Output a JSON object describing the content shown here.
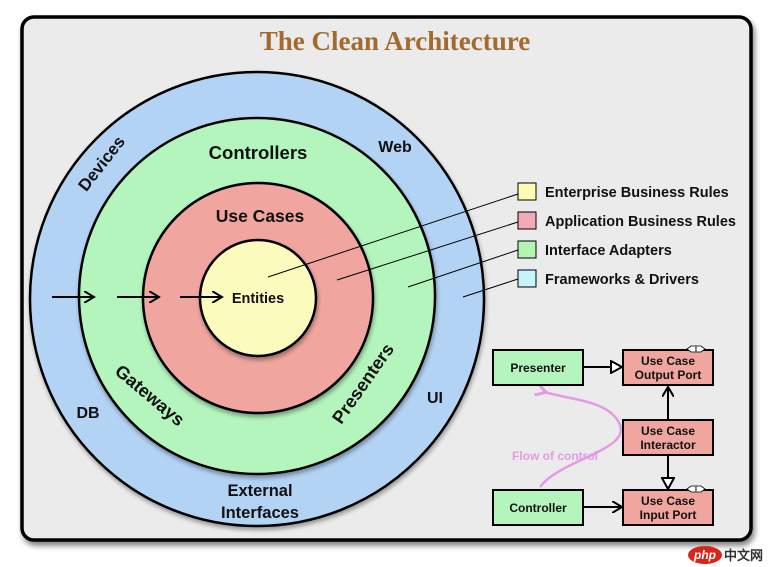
{
  "title": "The Clean Architecture",
  "colors": {
    "title": "#a26a2e",
    "frame_bg": "#ebebeb",
    "frameworks_drivers": "#b3d3f5",
    "interface_adapters": "#b4f5bd",
    "application_business_rules": "#f0a69f",
    "enterprise_business_rules": "#fbfbbe",
    "legend_enterprise": "#fcfcb4",
    "legend_application": "#f2aab7",
    "legend_interface": "#b1f5b1",
    "legend_frameworks": "#c6f4fa",
    "flow": "#e39be6"
  },
  "rings": {
    "frameworks_drivers": {
      "labels": {
        "devices": "Devices",
        "web": "Web",
        "db": "DB",
        "ui": "UI",
        "external_line1": "External",
        "external_line2": "Interfaces"
      }
    },
    "interface_adapters": {
      "labels": {
        "controllers": "Controllers",
        "gateways": "Gateways",
        "presenters": "Presenters"
      }
    },
    "application_business_rules": {
      "labels": {
        "use_cases": "Use Cases"
      }
    },
    "enterprise_business_rules": {
      "labels": {
        "entities": "Entities"
      }
    }
  },
  "legend": [
    {
      "label": "Enterprise Business Rules"
    },
    {
      "label": "Application Business Rules"
    },
    {
      "label": "Interface Adapters"
    },
    {
      "label": "Frameworks & Drivers"
    }
  ],
  "flow_diagram": {
    "presenter": "Presenter",
    "controller": "Controller",
    "output_port": [
      "Use Case",
      "Output Port"
    ],
    "interactor": [
      "Use Case",
      "Interactor"
    ],
    "input_port": [
      "Use Case",
      "Input Port"
    ],
    "interface_tag": "I",
    "flow_label": "Flow of control"
  },
  "watermark": {
    "brand": "php",
    "suffix": "中文网"
  }
}
